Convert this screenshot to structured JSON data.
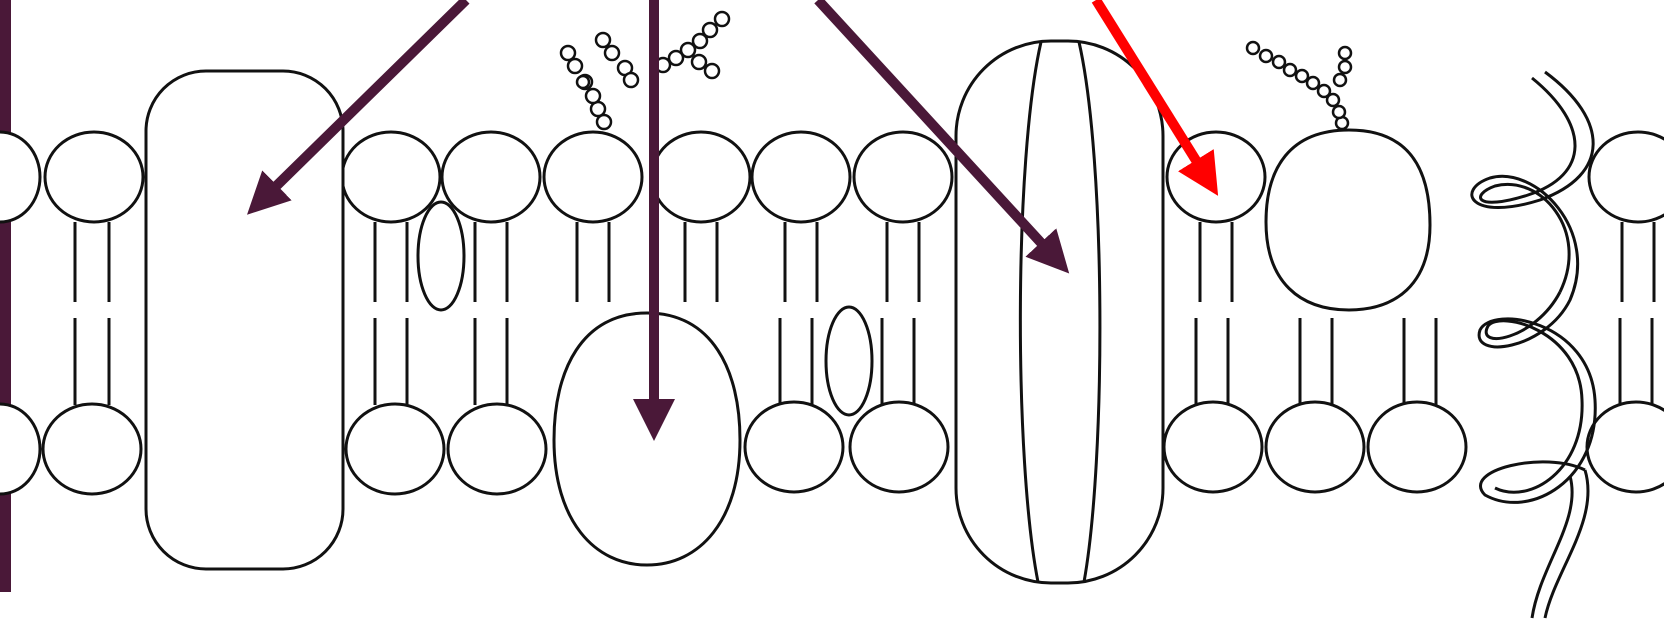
{
  "diagram": {
    "kind": "cell-membrane",
    "colors": {
      "background": "#ffffff",
      "outline": "#111111",
      "arrow_dark": "#4a1838",
      "arrow_red": "#ff0000",
      "left_bar": "#4a1838"
    },
    "elements": [
      "left-bar",
      "phospholipid-head",
      "lipid-tail",
      "cholesterol",
      "channel-protein",
      "integral-protein",
      "peripheral-protein",
      "glycolipid",
      "glycoprotein",
      "alpha-helix-protein",
      "carbohydrate-chain",
      "pointer-arrow",
      "highlight-arrow"
    ]
  }
}
